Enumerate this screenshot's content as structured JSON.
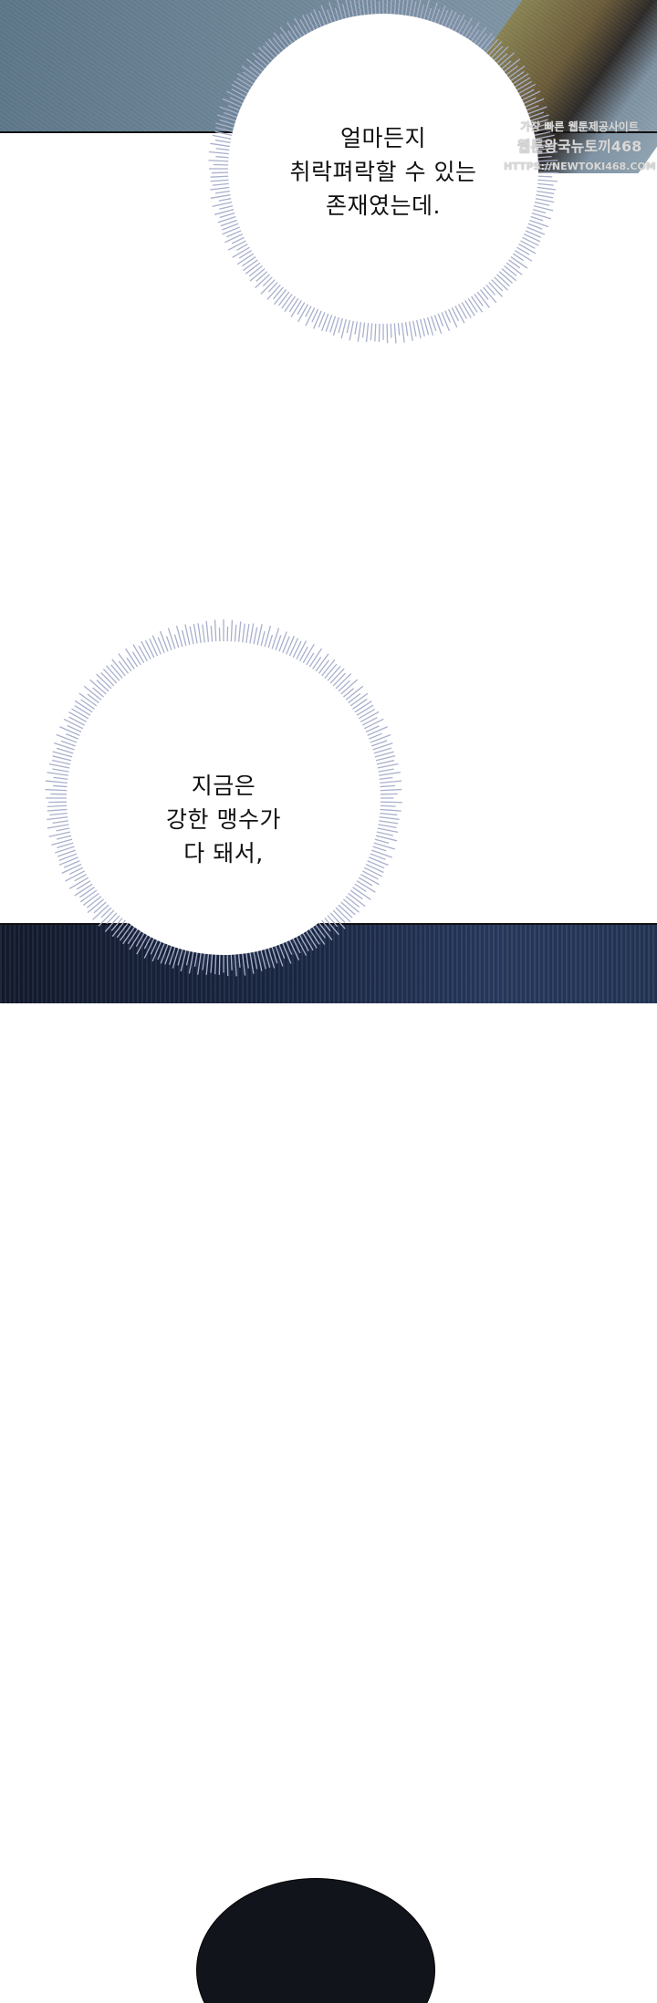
{
  "bubbles": [
    {
      "lines": [
        "얼마든지",
        "취락펴락할 수 있는",
        "존재였는데."
      ]
    },
    {
      "lines": [
        "지금은",
        "강한 맹수가",
        "다 돼서,"
      ]
    }
  ],
  "watermark": {
    "line1": "가장 빠른 웹툰제공사이트",
    "line2": "웹툰왕국뉴토끼468",
    "line3": "HTTPS://NEWTOKI468.COM"
  },
  "colors": {
    "spike": "#a9b0cc",
    "top_panel": "#6f8798",
    "bottom_panel": "#1c2a48"
  }
}
